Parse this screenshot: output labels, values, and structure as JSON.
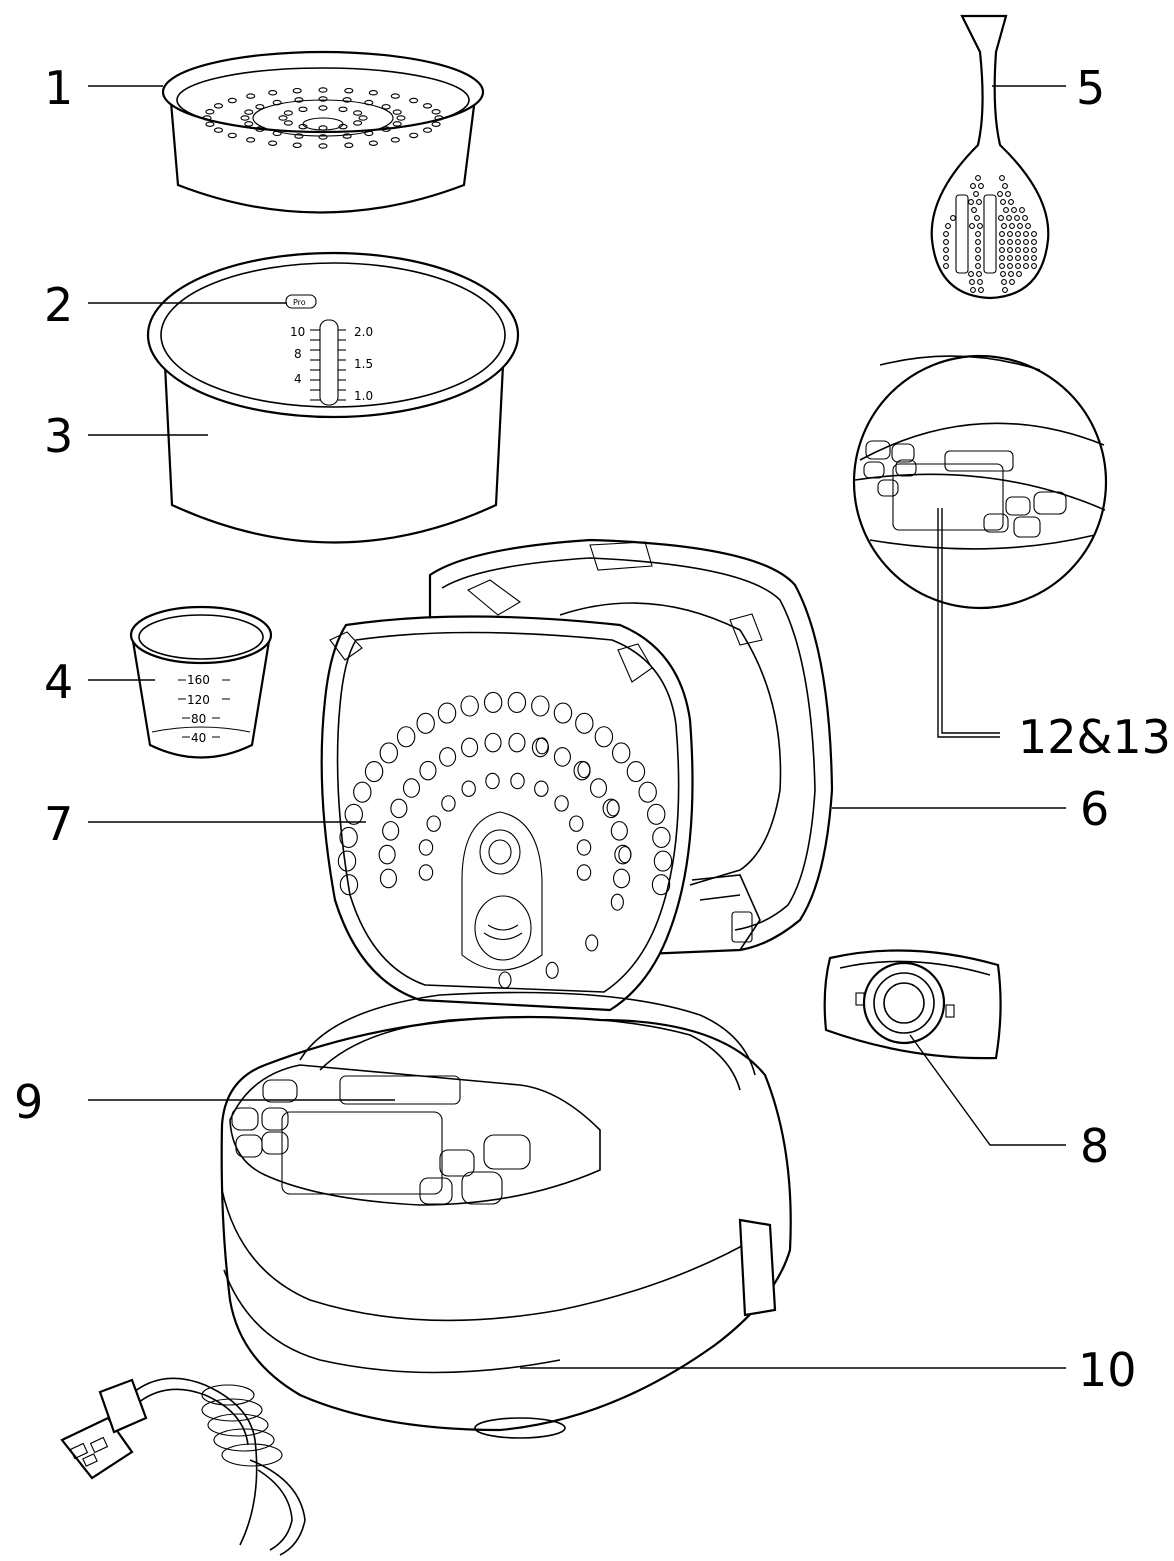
{
  "labels": {
    "l1": "1",
    "l2": "2",
    "l3": "3",
    "l4": "4",
    "l5": "5",
    "l6": "6",
    "l7": "7",
    "l8": "8",
    "l9": "9",
    "l10": "10",
    "l12_13": "12&13"
  },
  "bowl_scale": {
    "left": [
      "10",
      "8",
      "4"
    ],
    "right": [
      "2.0",
      "1.5",
      "1.0"
    ],
    "badge": "Pro"
  },
  "cup_scale": [
    "160",
    "120",
    "80",
    "40"
  ]
}
